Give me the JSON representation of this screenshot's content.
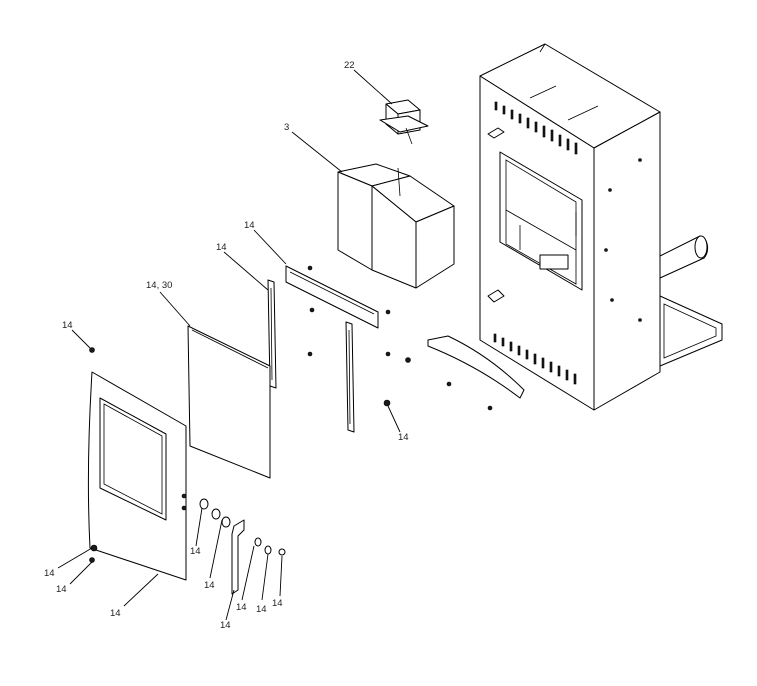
{
  "callouts": [
    {
      "id": "c-22",
      "text": "22"
    },
    {
      "id": "c-3",
      "text": "3"
    },
    {
      "id": "c-14-a",
      "text": "14"
    },
    {
      "id": "c-14-b",
      "text": "14"
    },
    {
      "id": "c-14-30",
      "text": "14, 30"
    },
    {
      "id": "c-14-c",
      "text": "14"
    },
    {
      "id": "c-14-d",
      "text": "14"
    },
    {
      "id": "c-14-e",
      "text": "14"
    },
    {
      "id": "c-14-f",
      "text": "14"
    },
    {
      "id": "c-14-g",
      "text": "14"
    },
    {
      "id": "c-14-h",
      "text": "14"
    },
    {
      "id": "c-14-i",
      "text": "14"
    },
    {
      "id": "c-14-j",
      "text": "14"
    },
    {
      "id": "c-14-k",
      "text": "14"
    },
    {
      "id": "c-14-l",
      "text": "14"
    },
    {
      "id": "c-14-m",
      "text": "14"
    }
  ]
}
